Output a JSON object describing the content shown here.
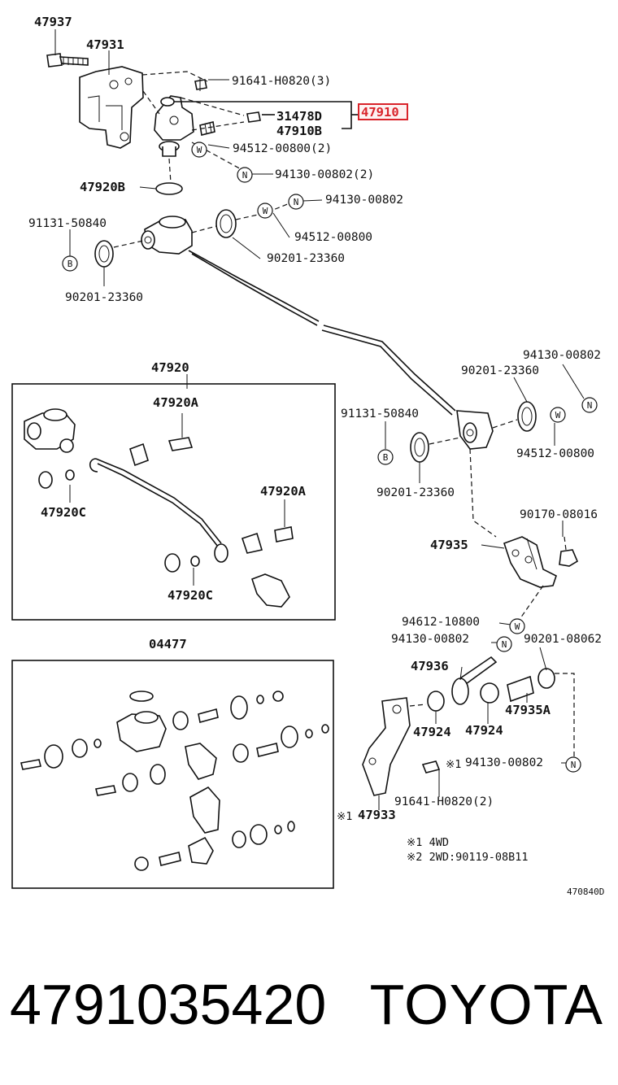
{
  "diagram": {
    "drawing_code": "470840D",
    "highlight_color": "#d9232a",
    "highlighted_part": "47910",
    "labels": {
      "p47937": "47937",
      "p47931": "47931",
      "p91641a": "91641-H0820(3)",
      "p31478d": "31478D",
      "p47910": "47910",
      "p47910b": "47910B",
      "p94512a": "94512-00800(2)",
      "p94130a": "94130-00802(2)",
      "p47920b": "47920B",
      "p94130b": "94130-00802",
      "p91131a": "91131-50840",
      "p94512b": "94512-00800",
      "p90201a": "90201-23360",
      "p90201b": "90201-23360",
      "p47920": "47920",
      "p47920a1": "47920A",
      "p47920c1": "47920C",
      "p47920a2": "47920A",
      "p47920c2": "47920C",
      "p94130c": "94130-00802",
      "p90201c": "90201-23360",
      "p91131b": "91131-50840",
      "p94512c": "94512-00800",
      "p90201d": "90201-23360",
      "p90170": "90170-08016",
      "p47935": "47935",
      "p94612": "94612-10800",
      "p94130d": "94130-00802",
      "p90201e": "90201-08062",
      "p47936": "47936",
      "p47935a": "47935A",
      "p04477": "04477",
      "p47924a": "47924",
      "p47924b": "47924",
      "p94130e": "94130-00802",
      "p91641b": "91641-H0820(2)",
      "p47933": "47933"
    },
    "callouts": {
      "washer": "W",
      "nut": "N",
      "bolt": "B"
    },
    "notes": {
      "n1": "※1 4WD",
      "n2": "※2 2WD:90119-08B11",
      "mark1": "※1",
      "mark2": "※1"
    }
  },
  "footer": {
    "part_number": "4791035420",
    "brand": "TOYOTA"
  }
}
